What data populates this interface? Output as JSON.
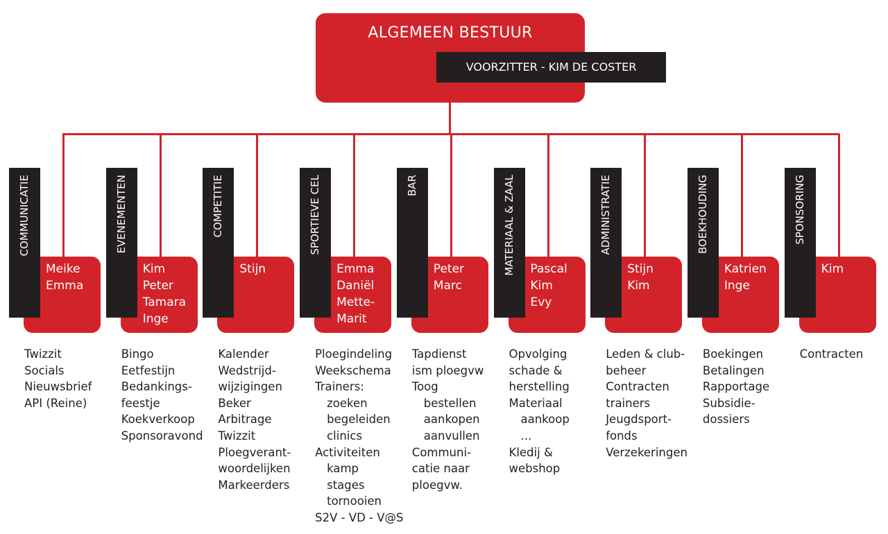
{
  "board": {
    "title": "ALGEMEEN BESTUUR",
    "chair": "VOORZITTER - KIM DE COSTER"
  },
  "colors": {
    "red": "#d2232a",
    "black": "#231f20"
  },
  "departments": [
    {
      "name": "COMMUNICATIE",
      "members": "Meike\nEmma",
      "tasks": [
        {
          "t": "Twizzit"
        },
        {
          "t": "Socials"
        },
        {
          "t": "Nieuwsbrief"
        },
        {
          "t": "API (Reine)"
        }
      ]
    },
    {
      "name": "EVENEMENTEN",
      "members": "Kim\nPeter\nTamara\nInge",
      "tasks": [
        {
          "t": "Bingo"
        },
        {
          "t": "Eetfestijn"
        },
        {
          "t": "Bedankings-"
        },
        {
          "t": "feestje"
        },
        {
          "t": "Koekverkoop"
        },
        {
          "t": "Sponsoravond"
        }
      ]
    },
    {
      "name": "COMPETITIE",
      "members": "Stijn",
      "tasks": [
        {
          "t": "Kalender"
        },
        {
          "t": "Wedstrijd-"
        },
        {
          "t": "wijzigingen"
        },
        {
          "t": "Beker"
        },
        {
          "t": "Arbitrage"
        },
        {
          "t": "Twizzit"
        },
        {
          "t": "Ploegverant-"
        },
        {
          "t": "woordelijken"
        },
        {
          "t": "Markeerders"
        }
      ]
    },
    {
      "name": "SPORTIEVE CEL",
      "members": "Emma\nDaniël\nMette-\nMarit",
      "tasks": [
        {
          "t": "Ploegindeling"
        },
        {
          "t": "Weekschema"
        },
        {
          "t": "Trainers:"
        },
        {
          "t": "zoeken",
          "i": true
        },
        {
          "t": "begeleiden",
          "i": true
        },
        {
          "t": "clinics",
          "i": true
        },
        {
          "t": "Activiteiten"
        },
        {
          "t": "kamp",
          "i": true
        },
        {
          "t": "stages",
          "i": true
        },
        {
          "t": "tornooien",
          "i": true
        },
        {
          "t": "S2V - VD - V@S"
        }
      ]
    },
    {
      "name": "BAR",
      "members": "Peter\nMarc",
      "tasks": [
        {
          "t": "Tapdienst"
        },
        {
          "t": "ism ploegvw"
        },
        {
          "t": "Toog"
        },
        {
          "t": "bestellen",
          "i": true
        },
        {
          "t": "aankopen",
          "i": true
        },
        {
          "t": "aanvullen",
          "i": true
        },
        {
          "t": "Communi-"
        },
        {
          "t": "catie naar"
        },
        {
          "t": "ploegvw."
        }
      ]
    },
    {
      "name": "MATERIAAL & ZAAL",
      "members": "Pascal\nKim\nEvy",
      "tasks": [
        {
          "t": "Opvolging"
        },
        {
          "t": "schade &"
        },
        {
          "t": "herstelling"
        },
        {
          "t": "Materiaal"
        },
        {
          "t": "aankoop",
          "i": true
        },
        {
          "t": "...",
          "i": true
        },
        {
          "t": "Kledij &"
        },
        {
          "t": "webshop"
        }
      ]
    },
    {
      "name": "ADMINISTRATIE",
      "members": "Stijn\nKim",
      "tasks": [
        {
          "t": "Leden & club-"
        },
        {
          "t": "beheer"
        },
        {
          "t": "Contracten"
        },
        {
          "t": "trainers"
        },
        {
          "t": "Jeugdsport-"
        },
        {
          "t": "fonds"
        },
        {
          "t": "Verzekeringen"
        }
      ]
    },
    {
      "name": "BOEKHOUDING",
      "members": "Katrien\nInge",
      "tasks": [
        {
          "t": "Boekingen"
        },
        {
          "t": "Betalingen"
        },
        {
          "t": "Rapportage"
        },
        {
          "t": "Subsidie-"
        },
        {
          "t": "dossiers"
        }
      ]
    },
    {
      "name": "SPONSORING",
      "members": "Kim",
      "tasks": [
        {
          "t": "Contracten"
        }
      ]
    }
  ]
}
